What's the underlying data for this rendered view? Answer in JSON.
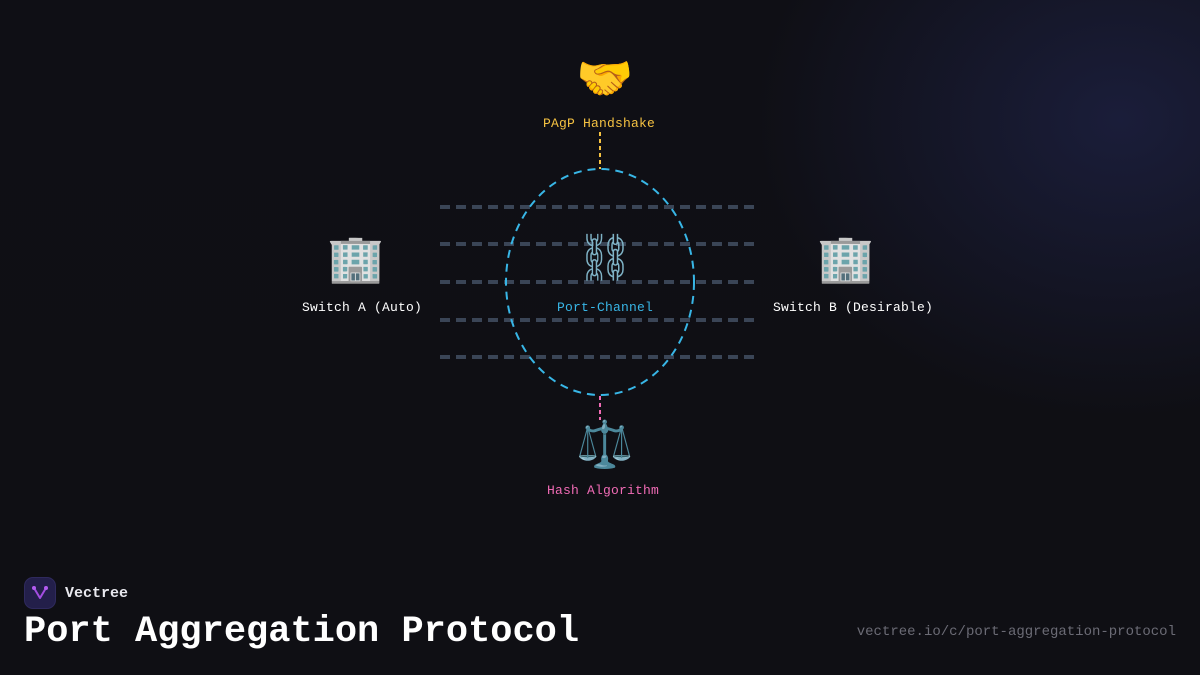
{
  "diagram": {
    "title": "Port Aggregation Protocol",
    "colors": {
      "background": "#0f0f14",
      "link_lines": "#3a4556",
      "port_channel": "#38b6e6",
      "handshake": "#f5c242",
      "hash": "#f06bb5",
      "switch_label": "#ffffff"
    },
    "nodes": {
      "switch_a": {
        "icon": "🏢",
        "icon_name": "office-building-icon",
        "label": "Switch A (Auto)"
      },
      "switch_b": {
        "icon": "🏢",
        "icon_name": "office-building-icon",
        "label": "Switch B (Desirable)"
      },
      "port_channel": {
        "icon": "⛓",
        "icon_name": "chain-icon",
        "label": "Port-Channel"
      },
      "handshake": {
        "icon": "🤝",
        "icon_name": "handshake-icon",
        "label": "PAgP Handshake"
      },
      "hash": {
        "icon": "⚖️",
        "icon_name": "balance-scale-icon",
        "label": "Hash Algorithm"
      }
    },
    "links": {
      "count": 5,
      "style": "dashed",
      "from": "Switch A (Auto)",
      "to": "Switch B (Desirable)"
    },
    "connectors": [
      {
        "from": "PAgP Handshake",
        "to": "Port-Channel",
        "style": "dotted"
      },
      {
        "from": "Port-Channel",
        "to": "Hash Algorithm",
        "style": "dotted"
      }
    ]
  },
  "footer": {
    "brand": "Vectree",
    "title": "Port Aggregation Protocol",
    "url": "vectree.io/c/port-aggregation-protocol"
  }
}
